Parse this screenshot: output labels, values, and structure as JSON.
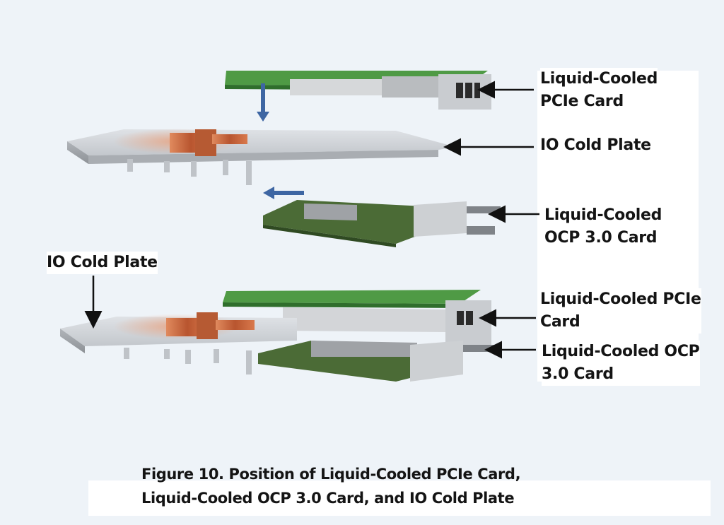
{
  "labels": {
    "top_pcie": [
      "Liquid-Cooled",
      "PCIe Card"
    ],
    "top_plate": "IO Cold Plate",
    "top_ocp": [
      "Liquid-Cooled",
      "OCP 3.0 Card"
    ],
    "bottom_plate": "IO Cold Plate",
    "bottom_pcie": [
      "Liquid-Cooled PCIe",
      "Card"
    ],
    "bottom_ocp": [
      "Liquid-Cooled OCP",
      "3.0 Card"
    ]
  },
  "caption": [
    "Figure 10. Position of Liquid-Cooled PCIe Card,",
    "Liquid-Cooled OCP 3.0 Card, and IO Cold Plate"
  ],
  "colors": {
    "pcb_green": "#3f8f3a",
    "plate_gray": "#c7cbd0",
    "copper": "#c8623a",
    "move_arrow": "#3e66a3",
    "pointer_arrow": "#111111"
  }
}
